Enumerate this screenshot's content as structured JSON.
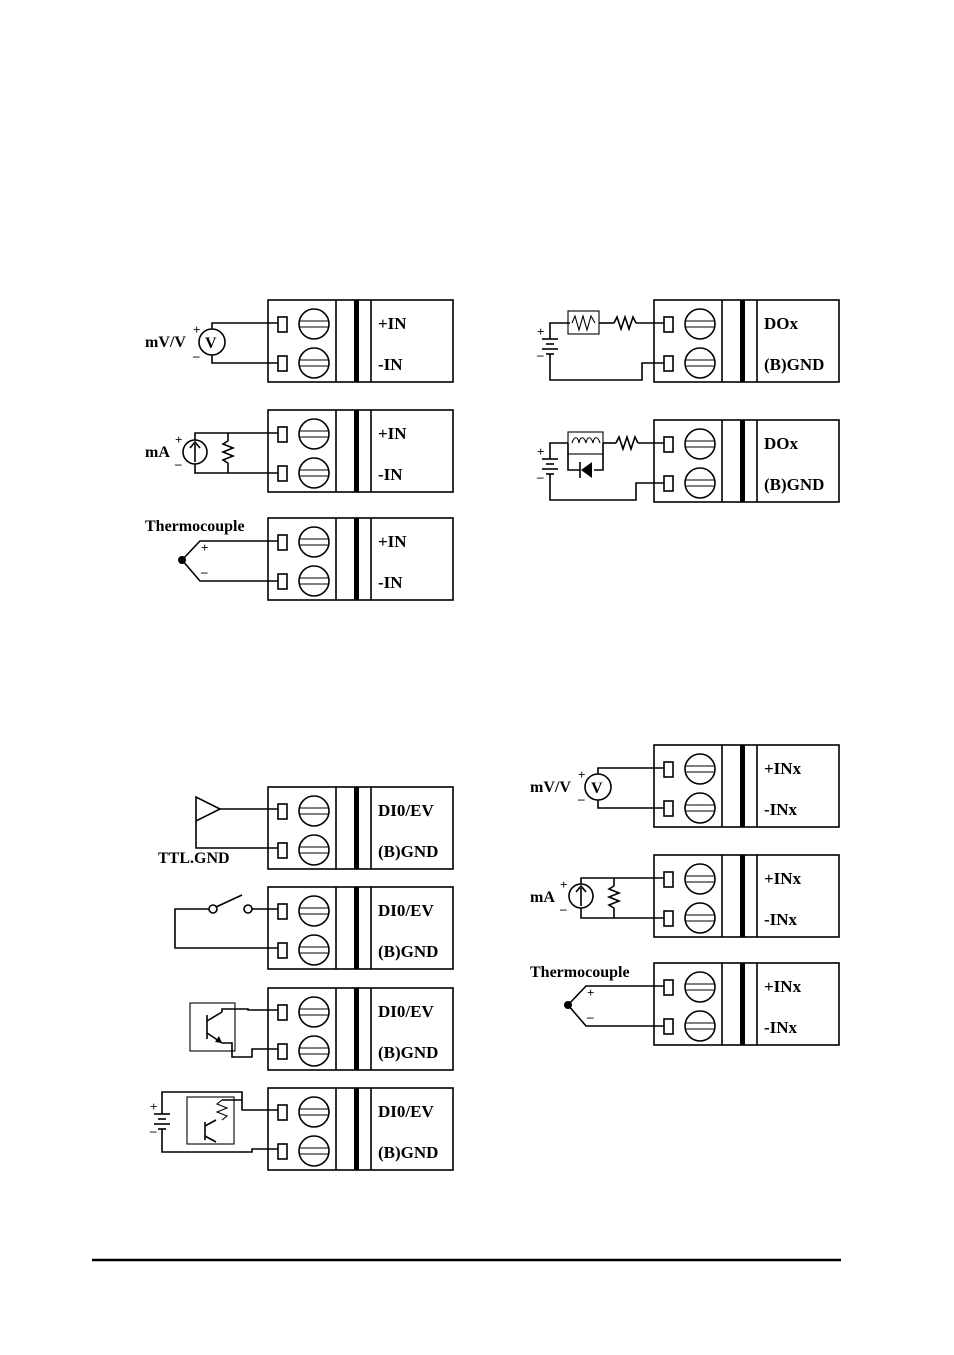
{
  "colors": {
    "ink": "#000000",
    "paper": "#ffffff"
  },
  "analog_inputs": {
    "terminal_labels": [
      "+IN",
      "-IN"
    ],
    "voltage_source": "mV/V",
    "current_source": "mA",
    "thermocouple": "Thermocouple",
    "voltmeter_symbol": "V"
  },
  "digital_outputs": {
    "terminal_labels": [
      "DOx",
      "(B)GND"
    ]
  },
  "digital_inputs": {
    "terminal_labels": [
      "DI0/EV",
      "(B)GND"
    ],
    "ttl_ground": "TTL.GND"
  },
  "analog_inputs_x": {
    "terminal_labels": [
      "+INx",
      "-INx"
    ],
    "voltage_source": "mV/V",
    "current_source": "mA",
    "thermocouple": "Thermocouple",
    "voltmeter_symbol": "V"
  },
  "signs": {
    "plus": "+",
    "minus": "–"
  }
}
